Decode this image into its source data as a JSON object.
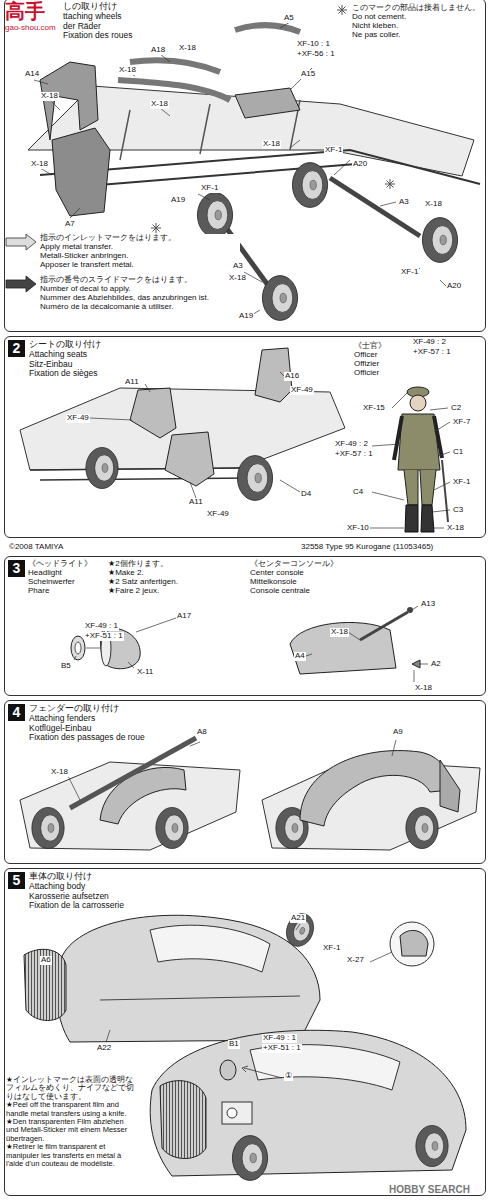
{
  "diagram": {
    "nodes": [
      {
        "text": [
          "しの取り付け",
          "ttaching wheels",
          "der Räder",
          "Fixation des roues"
        ]
      },
      {
        "text": [
          "2",
          "シートの取り付け",
          "Attaching seats",
          "Sitz-Einbau",
          "Fixation de sièges"
        ]
      },
      {
        "text": [
          "3"
        ]
      },
      {
        "text": [
          "4",
          "フェンダーの取り付け",
          "Attaching fenders",
          "Kotflügel-Einbau",
          "Fixation des passages de roue"
        ]
      },
      {
        "text": [
          "5",
          "車体の取り付け",
          "Attaching body",
          "Karosserie aufsetzen",
          "Fixation de la carrosserie"
        ]
      }
    ],
    "labels": [
      "高手",
      "gao-shou.com",
      "このマークの部品は接着しません。",
      "Do not cement.",
      "Nicht kleben.",
      "Ne pas coller.",
      "A5",
      "XF-10 : 1",
      "+XF-56 : 1",
      "A18",
      "X-18",
      "X-18",
      "A14",
      "X-18",
      "A15",
      "X-18",
      "X-18",
      "A7",
      "X-18",
      "XF-1",
      "A20",
      "A3",
      "X-18",
      "XF-1",
      "A19",
      "A3",
      "X-18",
      "XF-1",
      "A20",
      "A19",
      "指示のインレットマークをはります。",
      "Apply metal transfer.",
      "Metall-Sticker anbringen.",
      "Apposer le transfert métal.",
      "指示の番号のスライドマークをはります。",
      "Number of decal to apply.",
      "Nummer des Abziehbildes, das anzubringen ist.",
      "Numéro de la décalcomanie à utiliser.",
      "A11",
      "A16",
      "XF-49",
      "XF-49",
      "D4",
      "A11",
      "XF-49",
      "《士官》",
      "Officer",
      "Offizier",
      "Officier",
      "XF-49 : 2",
      "+XF-57 : 1",
      "XF-15",
      "C2",
      "XF-7",
      "XF-49 : 2",
      "+XF-57 : 1",
      "C1",
      "XF-1",
      "C4",
      "C3",
      "XF-10",
      "X-18",
      "©2008 TAMIYA",
      "32558 Type 95 Kurogane (11053465)",
      "《ヘッドライト》",
      "Headlight",
      "Scheinwerfer",
      "Phare",
      "★2個作ります。",
      "★Make 2.",
      "★2 Satz anfertigen.",
      "★Faire 2 jeux.",
      "《センターコンソール》",
      "Center console",
      "Mittelkonsole",
      "Console centrale",
      "XF-49 : 1",
      "+XF-51 : 1",
      "A17",
      "B5",
      "X-11",
      "A13",
      "X-18",
      "A4",
      "A2",
      "X-18",
      "A8",
      "X-18",
      "A9",
      "A21",
      "XF-1",
      "A6",
      "X-27",
      "A22",
      "XF-49 : 1",
      "+XF-51 : 1",
      "B1",
      "①",
      "★インレットマークは表面の透明なフィルムをめくり、ナイフなどで切りはなして使います。",
      "★Peel off the transparent film and handle metal transfers using a knife.",
      "★Den transparenten Film abziehen und Metall-Sticker mit einem Messer übertragen.",
      "★Retirer le film transparent et manipuler les transferts en métal à l'aide d'un couteau de modéliste.",
      "HOBBY SEARCH"
    ]
  }
}
